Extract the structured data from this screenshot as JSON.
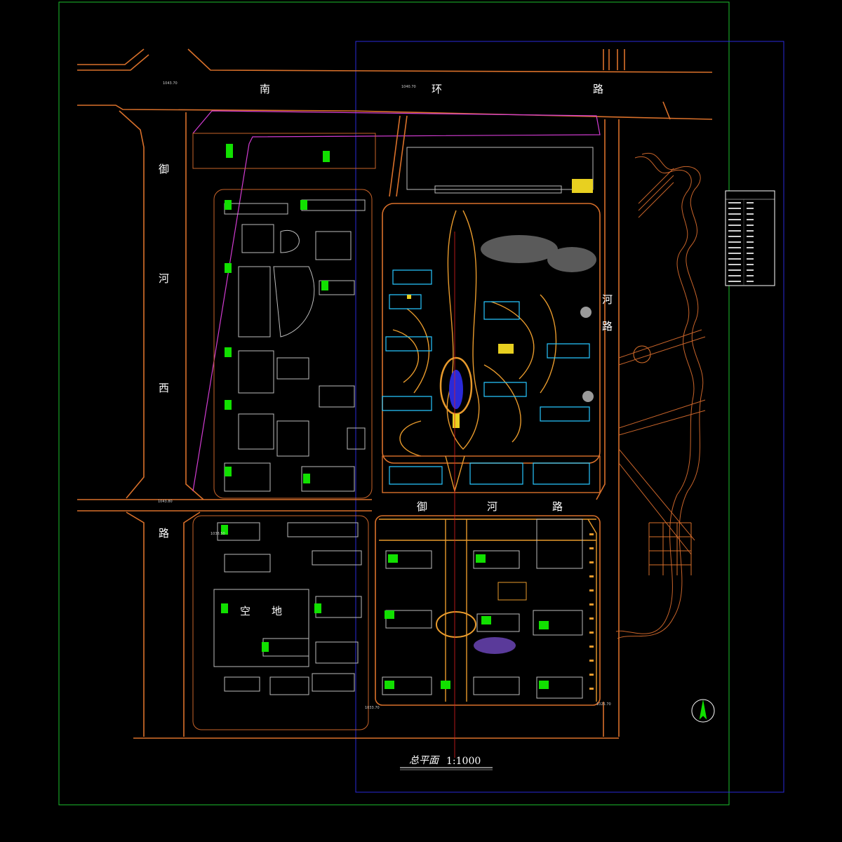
{
  "drawing": {
    "title": "总平面",
    "scale": "1:1000"
  },
  "roads": {
    "north": [
      "南",
      "环",
      "路"
    ],
    "west": [
      "御",
      "河",
      "西",
      "路"
    ],
    "east": [
      "河",
      "路"
    ],
    "inner": [
      "御",
      "河",
      "路"
    ],
    "plot_label": [
      "空",
      "地"
    ]
  },
  "elevations": {
    "nw": "1043.70",
    "north_mid": "1040.70",
    "west_mid": "1043.80",
    "sw": "1038.50",
    "bottom_right": "1025.70",
    "bottom_left": "1033.70"
  },
  "legend": {
    "rows": [
      "",
      "",
      "",
      "",
      "",
      "",
      "",
      "",
      "",
      "",
      "",
      "",
      "",
      "",
      ""
    ]
  },
  "compass": {
    "symbol": "north-arrow"
  },
  "colors": {
    "road": "#d9702a",
    "building_outline": "#bdbdbd",
    "building_highlight": "#27c6ff",
    "tag_green": "#11e000",
    "plaza_gold": "#e89a2c",
    "frame_green": "#1bbf2b",
    "frame_blue": "#2a2ad8",
    "boundary_magenta": "#d23cd2"
  }
}
